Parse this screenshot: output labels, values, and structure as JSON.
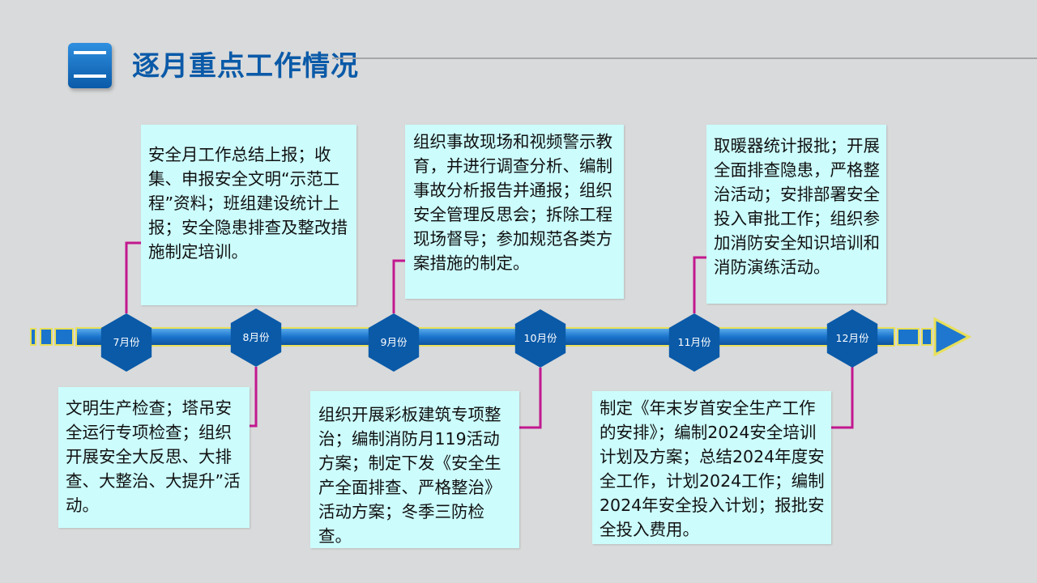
{
  "header": {
    "badge_text": "二",
    "title": "逐月重点工作情况"
  },
  "months": [
    {
      "label": "7月份",
      "text": "安全月工作总结上报；收集、申报安全文明“示范工程”资料；班组建设统计上报；安全隐患排查及整改措施制定培训。"
    },
    {
      "label": "8月份",
      "text": "文明生产检查；塔吊安全运行专项检查；组织开展安全大反思、大排查、大整治、大提升”活动。"
    },
    {
      "label": "9月份",
      "text": "组织事故现场和视频警示教育，并进行调查分析、编制事故分析报告并通报；组织安全管理反思会；拆除工程现场督导；参加规范各类方案措施的制定。"
    },
    {
      "label": "10月份",
      "text": "组织开展彩板建筑专项整治；编制消防月119活动方案；制定下发《安全生产全面排查、严格整治》活动方案；冬季三防检查。"
    },
    {
      "label": "11月份",
      "text": "取暖器统计报批；开展全面排查隐患，严格整治活动；安排部署安全投入审批工作；组织参加消防安全知识培训和消防演练活动。"
    },
    {
      "label": "12月份",
      "text": "制定《年末岁首安全生产工作的安排》；编制2024安全培训计划及方案；总结2024年度安全工作，计划2024工作；编制2024年安全投入计划；报批安全投入费用。"
    }
  ],
  "colors": {
    "title": "#0a5aa8",
    "hexagon": "#0a5aa8",
    "connector": "#c2188f",
    "box_bg": "#ccfcfc",
    "arrow_fill": "#1f77d0",
    "arrow_outline": "#e8e05a"
  }
}
